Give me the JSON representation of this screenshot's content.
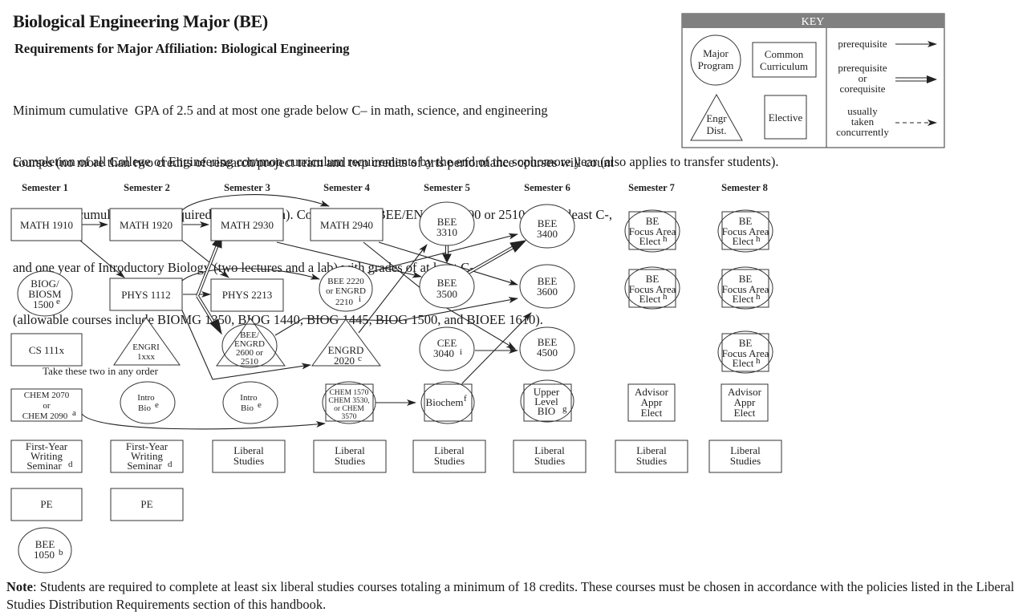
{
  "header": {
    "title": "Biological Engineering Major (BE)",
    "subtitle": "Requirements for Major Affiliation:  Biological Engineering",
    "paragraph_lines": [
      "Minimum cumulative  GPA of 2.5 and at most one grade below C– in math, science, and engineering",
      "courses (no more than two credits of research/project team and two credits of arts performance courses will count",
      "towards the cumulative GPA required for affiliation). Completion of BEE/ENGRD 2600 or 2510 with at least C-,",
      "and one year of Introductory Biology (two lectures and a lab) with grades of at least C-",
      "(allowable courses include BIOMG 1350, BIOG 1440, BIOG 1445, BIOG 1500, and BIOEE 1610)."
    ],
    "common_curriculum_line": "Completion of all College of Engineering common curriculum requirements by the end of the sophomore year (also applies to transfer students)."
  },
  "key": {
    "title": "KEY",
    "header_color": "#808080",
    "shapes": {
      "major_program": [
        "Major",
        "Program"
      ],
      "common_curriculum": [
        "Common",
        "Curriculum"
      ],
      "engr_dist": [
        "Engr",
        "Dist."
      ],
      "elective": "Elective"
    },
    "arrows": {
      "prerequisite": "prerequisite",
      "prereq_or_coreq": [
        "prerequisite",
        "or",
        "corequisite"
      ],
      "concurrent": [
        "usually",
        "taken",
        "concurrently"
      ]
    }
  },
  "semesters": [
    "Semester 1",
    "Semester 2",
    "Semester 3",
    "Semester 4",
    "Semester 5",
    "Semester 6",
    "Semester 7",
    "Semester 8"
  ],
  "courses": {
    "math1910": {
      "lines": [
        "MATH 1910"
      ]
    },
    "math1920": {
      "lines": [
        "MATH 1920"
      ]
    },
    "math2930": {
      "lines": [
        "MATH 2930"
      ]
    },
    "math2940": {
      "lines": [
        "MATH 2940"
      ]
    },
    "biog1500": {
      "lines": [
        "BIOG/",
        "BIOSM",
        "1500"
      ],
      "footnote": "e"
    },
    "phys1112": {
      "lines": [
        "PHYS 1112"
      ]
    },
    "phys2213": {
      "lines": [
        "PHYS 2213"
      ]
    },
    "bee2220": {
      "lines": [
        "BEE 2220",
        "or ENGRD",
        "2210"
      ],
      "footnote": "i"
    },
    "cs111x": {
      "lines": [
        "CS 111x"
      ]
    },
    "engri": {
      "lines": [
        "ENGRI",
        "1xxx"
      ]
    },
    "bee2600": {
      "lines": [
        "BEE/",
        "ENGRD",
        "2600 or",
        "2510"
      ]
    },
    "engrd2020": {
      "lines": [
        "ENGRD",
        "2020"
      ],
      "footnote": "c"
    },
    "any_order": "Take these two in any order",
    "chem2070": {
      "lines": [
        "CHEM 2070",
        "or",
        "CHEM  2090"
      ],
      "footnote": "a"
    },
    "introbio2": {
      "lines": [
        "Intro",
        "Bio"
      ],
      "footnote": "e"
    },
    "introbio3": {
      "lines": [
        "Intro",
        "Bio"
      ],
      "footnote": "e"
    },
    "chem1570": {
      "lines": [
        "CHEM 1570",
        "CHEM 3530,",
        "or CHEM",
        "3570"
      ]
    },
    "bee3310": {
      "lines": [
        "BEE",
        "3310"
      ]
    },
    "bee3500": {
      "lines": [
        "BEE",
        "3500"
      ]
    },
    "cee3040": {
      "lines": [
        "CEE",
        "3040"
      ],
      "footnote": "i"
    },
    "biochem": {
      "lines": [
        "Biochem"
      ],
      "footnote": "f"
    },
    "bee3400": {
      "lines": [
        "BEE",
        "3400"
      ]
    },
    "bee3600": {
      "lines": [
        "BEE",
        "3600"
      ]
    },
    "bee4500": {
      "lines": [
        "BEE",
        "4500"
      ]
    },
    "upperbio": {
      "lines": [
        "Upper",
        "Level",
        "BIO"
      ],
      "footnote": "g"
    },
    "focus": {
      "lines": [
        "BE",
        "Focus Area",
        "Elect"
      ],
      "footnote": "h"
    },
    "advisor": {
      "lines": [
        "Advisor",
        "Appr",
        "Elect"
      ]
    },
    "fyws": {
      "lines": [
        "First-Year",
        "Writing",
        "Seminar"
      ],
      "footnote": "d"
    },
    "liberal": {
      "lines": [
        "Liberal",
        "Studies"
      ]
    },
    "pe": {
      "lines": [
        "PE"
      ]
    },
    "bee1050": {
      "lines": [
        "BEE",
        "1050"
      ],
      "footnote": "b"
    }
  },
  "note": {
    "label": "Note",
    "text": ": Students are required to complete at least six liberal studies courses totaling a minimum of 18 credits.  These courses must be chosen in accordance with the policies listed in the Liberal Studies Distribution Requirements section of this handbook."
  }
}
